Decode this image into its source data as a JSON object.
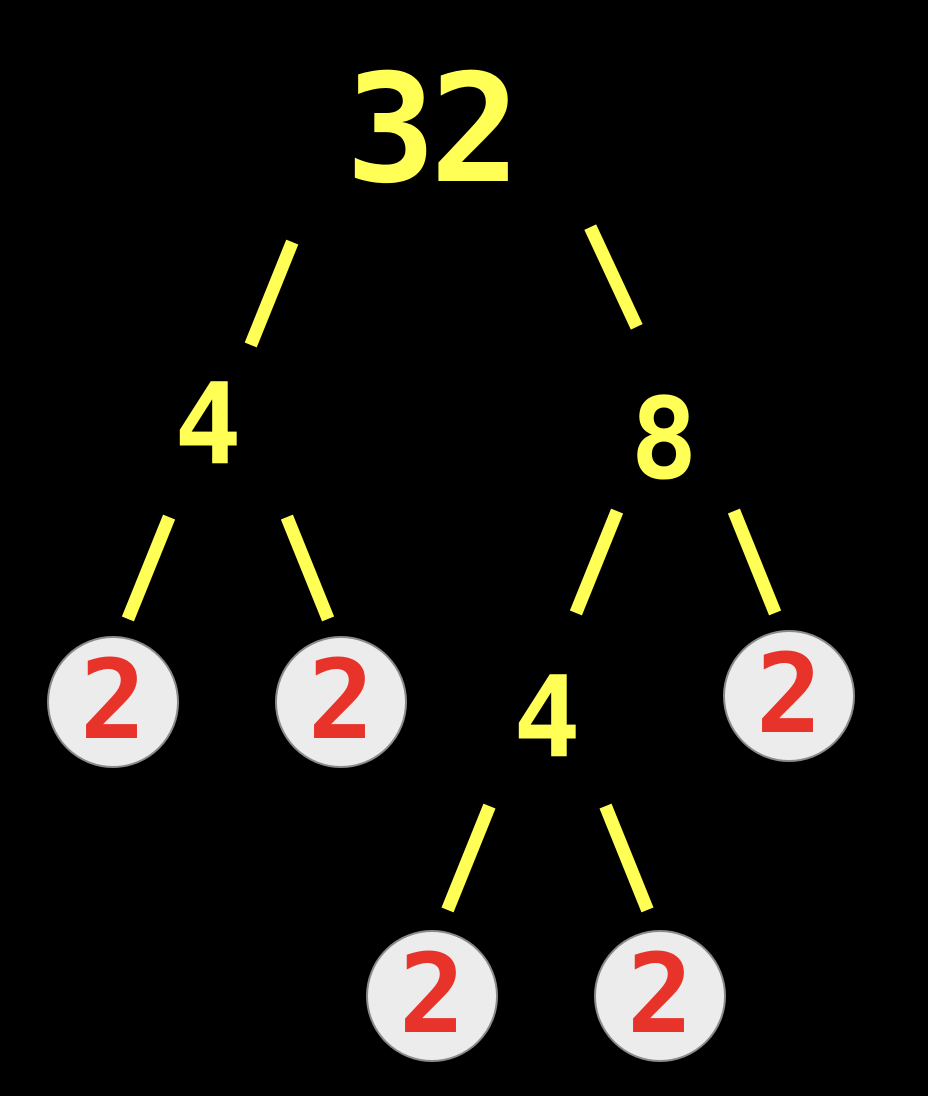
{
  "tree": {
    "root": "32",
    "left_factor": "4",
    "right_factor": "8",
    "inner_factor": "4",
    "leaves": [
      "2",
      "2",
      "2",
      "2",
      "2"
    ]
  },
  "colors": {
    "background": "#000000",
    "composite_text": "#ffff55",
    "edge": "#ffff55",
    "prime_circle": "#ececec",
    "prime_text": "#e8332a"
  }
}
